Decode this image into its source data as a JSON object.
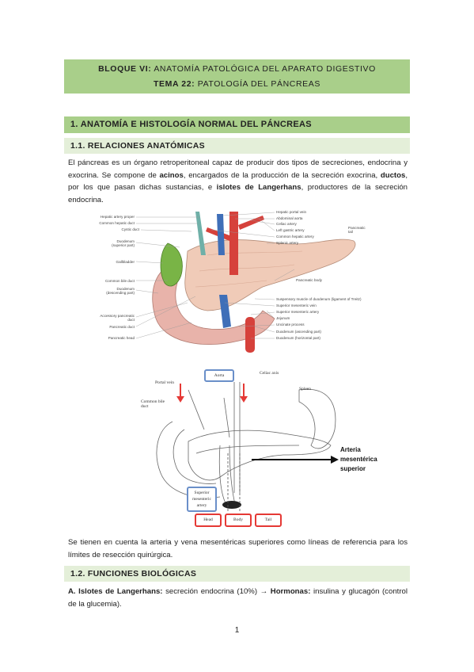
{
  "header": {
    "bloque_label": "BLOQUE VI:",
    "bloque_title": "ANATOMÍA PATOLÓGICA DEL APARATO DIGESTIVO",
    "tema_label": "TEMA 22:",
    "tema_title": "PATOLOGÍA DEL PÁNCREAS"
  },
  "section1": {
    "title": "1. ANATOMÍA E HISTOLOGÍA NORMAL DEL PÁNCREAS"
  },
  "section11": {
    "title": "1.1. RELACIONES ANATÓMICAS",
    "p1": "El páncreas es un órgano retroperitoneal capaz de producir dos tipos de secreciones, endocrina y exocrina. Se compone de ",
    "acinos": "acinos",
    "p2": ", encargados de la producción de la secreción exocrina, ",
    "ductos": "ductos",
    "p3": ", por los que pasan dichas sustancias, e ",
    "islotes": "islotes de Langerhans",
    "p4": ", productores de la secreción endocrina."
  },
  "figure1": {
    "labels_left": [
      "Hepatic artery proper",
      "Common hepatic duct",
      "Cystic duct",
      "Duodenum (superior part)",
      "Gallbladder",
      "Common bile duct",
      "Duodenum (descending part)",
      "Accessory pancreatic duct",
      "Pancreatic duct",
      "Pancreatic head"
    ],
    "labels_right": [
      "Hepatic portal vein",
      "Abdominal aorta",
      "Celiac artery",
      "Left gastric artery",
      "Common hepatic artery",
      "Splenic artery",
      "Pancreatic tail",
      "Pancreatic body",
      "Suspensory muscle of duodenum (ligament of Treitz)",
      "Superior mesenteric vein",
      "Superior mesenteric artery",
      "Jejunum",
      "Uncinate process",
      "Duodenum (ascending part)",
      "Duodenum (horizontal part)"
    ]
  },
  "figure2": {
    "aorta": "Aorta",
    "celiac": "Celiac axis",
    "portal": "Portal vein",
    "spleen": "Spleen",
    "common_bile_duct": "Common bile duct",
    "sma": "Superior mesenteric artery",
    "head": "Head",
    "body": "Body",
    "tail": "Tail",
    "arrow_label": "Arteria mesentérica superior"
  },
  "after_figure": "Se tienen en cuenta la arteria y vena mesentéricas superiores como líneas de referencia para los límites de resección quirúrgica.",
  "section12": {
    "title": "1.2. FUNCIONES BIOLÓGICAS",
    "item_a_label": "A. Islotes de Langerhans:",
    "item_a_text1": " secreción endocrina (10%) → ",
    "item_a_hormonas": "Hormonas:",
    "item_a_text2": " insulina y glucagón (control de la glucemia)."
  },
  "page_number": "1",
  "colors": {
    "band_dark": "#a9cf8a",
    "band_light": "#e4efd9",
    "red": "#e53935",
    "blue": "#6a8fc9"
  }
}
